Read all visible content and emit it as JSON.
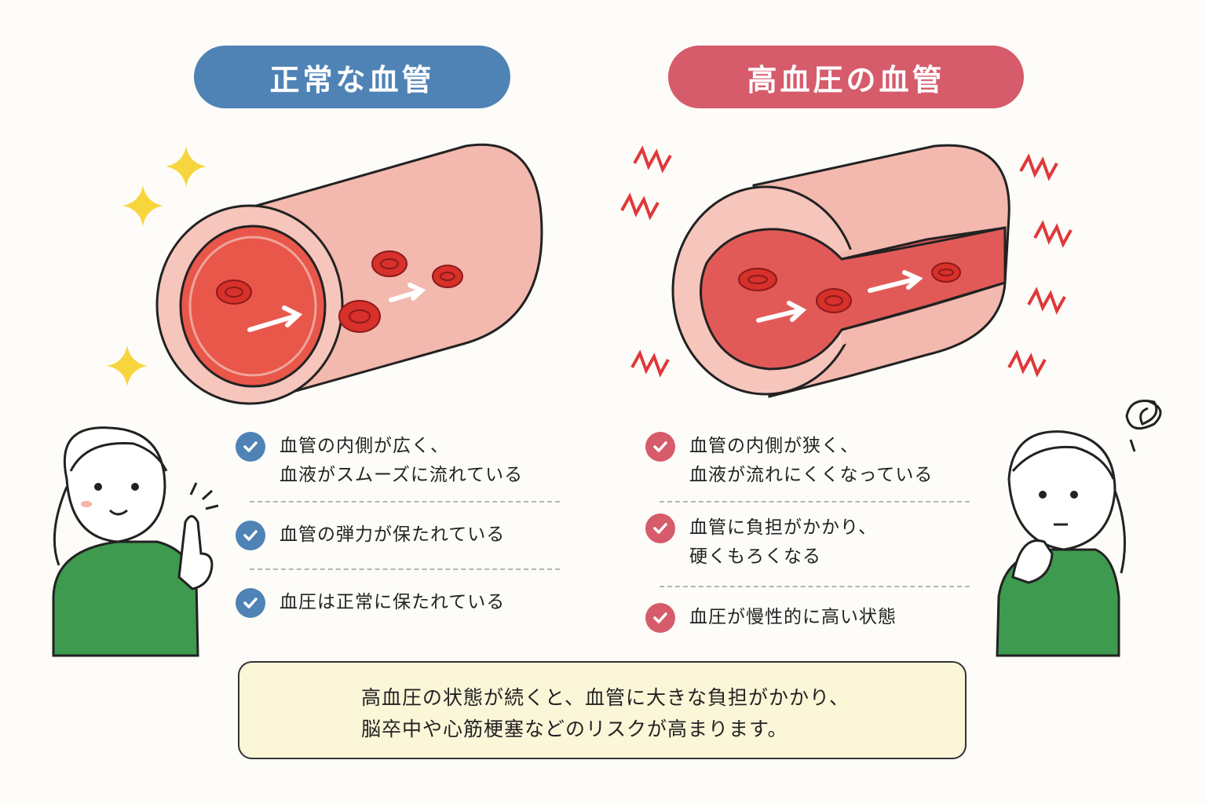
{
  "headers": {
    "normal": "正常な血管",
    "hypertension": "高血圧の血管"
  },
  "normal_points": [
    {
      "lines": [
        "血管の内側が広く、",
        "血液がスムーズに流れている"
      ]
    },
    {
      "lines": [
        "血管の弾力が保たれている"
      ]
    },
    {
      "lines": [
        "血圧は正常に保たれている"
      ]
    }
  ],
  "hypertension_points": [
    {
      "lines": [
        "血管の内側が狭く、",
        "血液が流れにくくなっている"
      ]
    },
    {
      "lines": [
        "血管に負担がかかり、",
        "硬くもろくなる"
      ]
    },
    {
      "lines": [
        "血圧が慢性的に高い状態"
      ]
    }
  ],
  "note": {
    "line1": "高血圧の状態が続くと、血管に大きな負担がかかり、",
    "line2": "脳卒中や心筋梗塞などのリスクが高まります。"
  },
  "colors": {
    "normal_accent": "#4f83b6",
    "hypertension_accent": "#d65b6b",
    "vessel_outer": "#f1b5ac",
    "vessel_inner": "#e55645",
    "blood_cell": "#d8302a",
    "shirt": "#3e9a4f",
    "sparkle": "#f7d53d",
    "note_bg": "#fbf6d8"
  },
  "icons": [
    "check-icon",
    "lightbulb-icon",
    "sparkle-icon",
    "zigzag-icon",
    "dizzy-swirl-icon",
    "arrow-icon"
  ]
}
